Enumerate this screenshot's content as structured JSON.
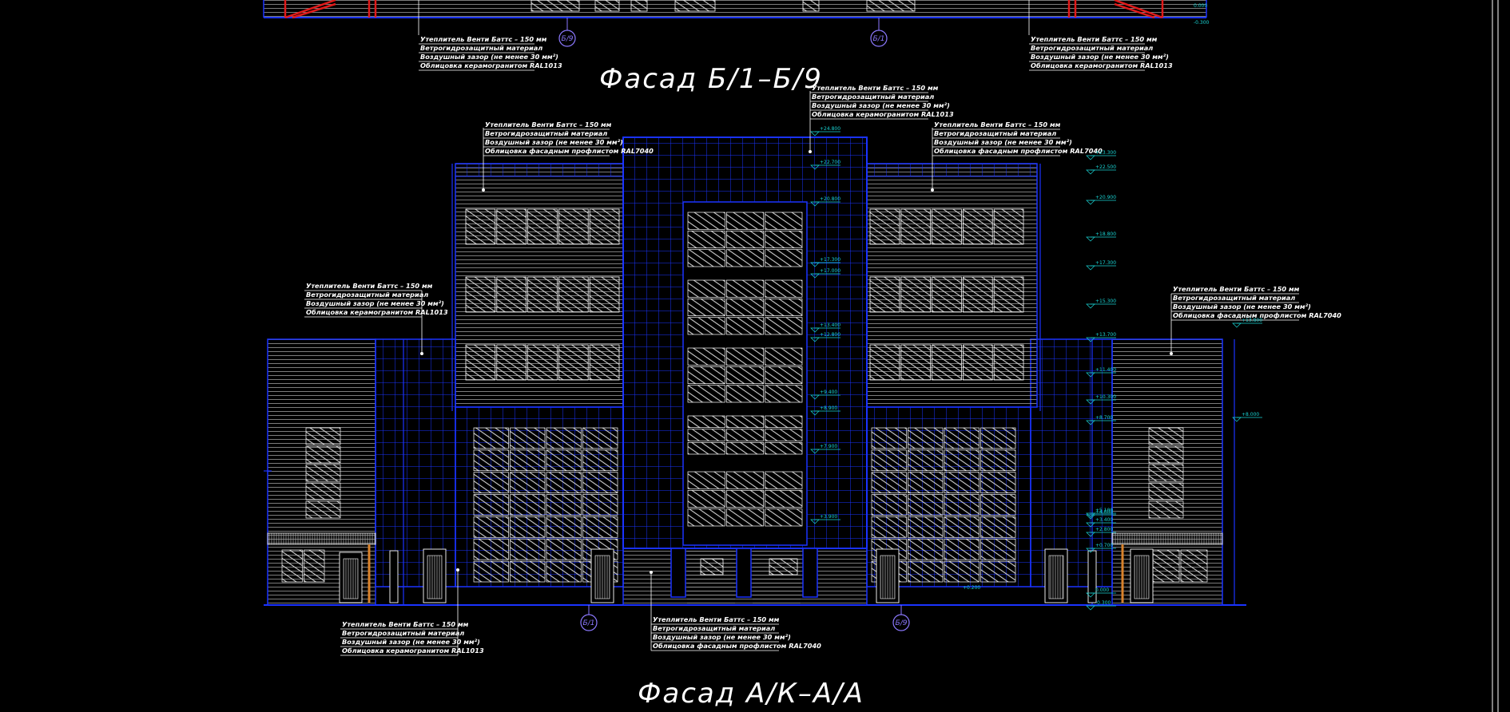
{
  "titles": {
    "top": "Фасад Б/1–Б/9",
    "bottom": "Фасад А/К–А/А"
  },
  "axes": {
    "top_left": "Б/9",
    "top_right": "Б/1",
    "bottom_left": "Б/1",
    "bottom_right": "Б/9"
  },
  "callouts": {
    "top_left": [
      "Утеплитель Венти Баттс – 150 мм",
      "Ветрогидрозащитный материал",
      "Воздушный зазор (не менее 30 мм²)",
      "Облицовка керамогранитом RAL1013"
    ],
    "top_right": [
      "Утеплитель Венти Баттс – 150 мм",
      "Ветрогидрозащитный материал",
      "Воздушный зазор (не менее 30 мм²)",
      "Облицовка керамогранитом RAL1013"
    ],
    "center_top": [
      "Утеплитель Венти Баттс – 150 мм",
      "Ветрогидрозащитный материал",
      "Воздушный зазор (не менее 30 мм²)",
      "Облицовка керамогранитом RAL1013"
    ],
    "upper_left": [
      "Утеплитель Венти Баттс – 150 мм",
      "Ветрогидрозащитный материал",
      "Воздушный зазор (не менее 30 мм²)",
      "Облицовка фасадным профлистом RAL7040"
    ],
    "upper_right": [
      "Утеплитель Венти Баттс – 150 мм",
      "Ветрогидрозащитный материал",
      "Воздушный зазор (не менее 30 мм²)",
      "Облицовка фасадным профлистом RAL7040"
    ],
    "mid_left": [
      "Утеплитель Венти Баттс – 150 мм",
      "Ветрогидрозащитный материал",
      "Воздушный зазор (не менее 30 мм²)",
      "Облицовка керамогранитом RAL1013"
    ],
    "mid_right": [
      "Утеплитель Венти Баттс – 150 мм",
      "Ветрогидрозащитный материал",
      "Воздушный зазор (не менее 30 мм²)",
      "Облицовка фасадным профлистом RAL7040"
    ],
    "bottom_left": [
      "Утеплитель Венти Баттс – 150 мм",
      "Ветрогидрозащитный материал",
      "Воздушный зазор (не менее 30 мм²)",
      "Облицовка керамогранитом RAL1013"
    ],
    "bottom_center": [
      "Утеплитель Венти Баттс – 150 мм",
      "Ветрогидрозащитный материал",
      "Воздушный зазор (не менее 30 мм²)",
      "Облицовка фасадным профлистом RAL7040"
    ]
  },
  "elevations": {
    "top_right": [
      "0.000",
      "-0.300"
    ],
    "right": [
      "+23.300",
      "+22.500",
      "+20.900",
      "+18.800",
      "+17.300",
      "+15.300",
      "+13.700",
      "+11.400",
      "+10.300",
      "+8.700",
      "+5.100",
      "+4.000",
      "+3.400",
      "+2.800",
      "+0.700",
      "0.000",
      "-0.300"
    ],
    "far_right": [
      "+13.800",
      "+8.000"
    ],
    "center_col": [
      "+24.800",
      "+22.700",
      "+20.800",
      "+17.300",
      "+17.000",
      "+13.400",
      "+12.800",
      "+9.400",
      "+8.900",
      "+7.900",
      "+3.900"
    ],
    "bottom": [
      "+0.200"
    ]
  },
  "colors": {
    "background": "#000000",
    "facade_lines": "#1a33ff",
    "detail_lines": "#ffffff",
    "elevation_marks": "#19d3d3",
    "axis_bubbles": "#8c79ff",
    "structure_red": "#e01a1a",
    "accent_orange": "#d9822b"
  }
}
